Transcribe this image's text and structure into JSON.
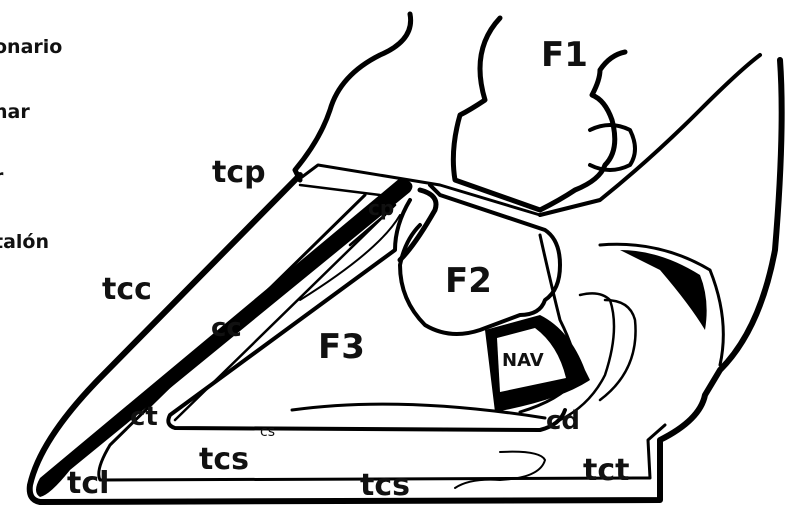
{
  "legend": {
    "items": [
      "onario",
      "nar",
      "r",
      "talón"
    ]
  },
  "labels": {
    "F1": "F1",
    "F2": "F2",
    "F3": "F3",
    "NAV": "NAV",
    "tcp": "tcp",
    "tcc": "tcc",
    "cp": "cp",
    "cc": "cc",
    "ct": "ct",
    "cs": "cs",
    "cd": "cd",
    "tcl": "tcl",
    "tcs_left": "tcs",
    "tcs_center": "tcs",
    "tct": "tct"
  }
}
